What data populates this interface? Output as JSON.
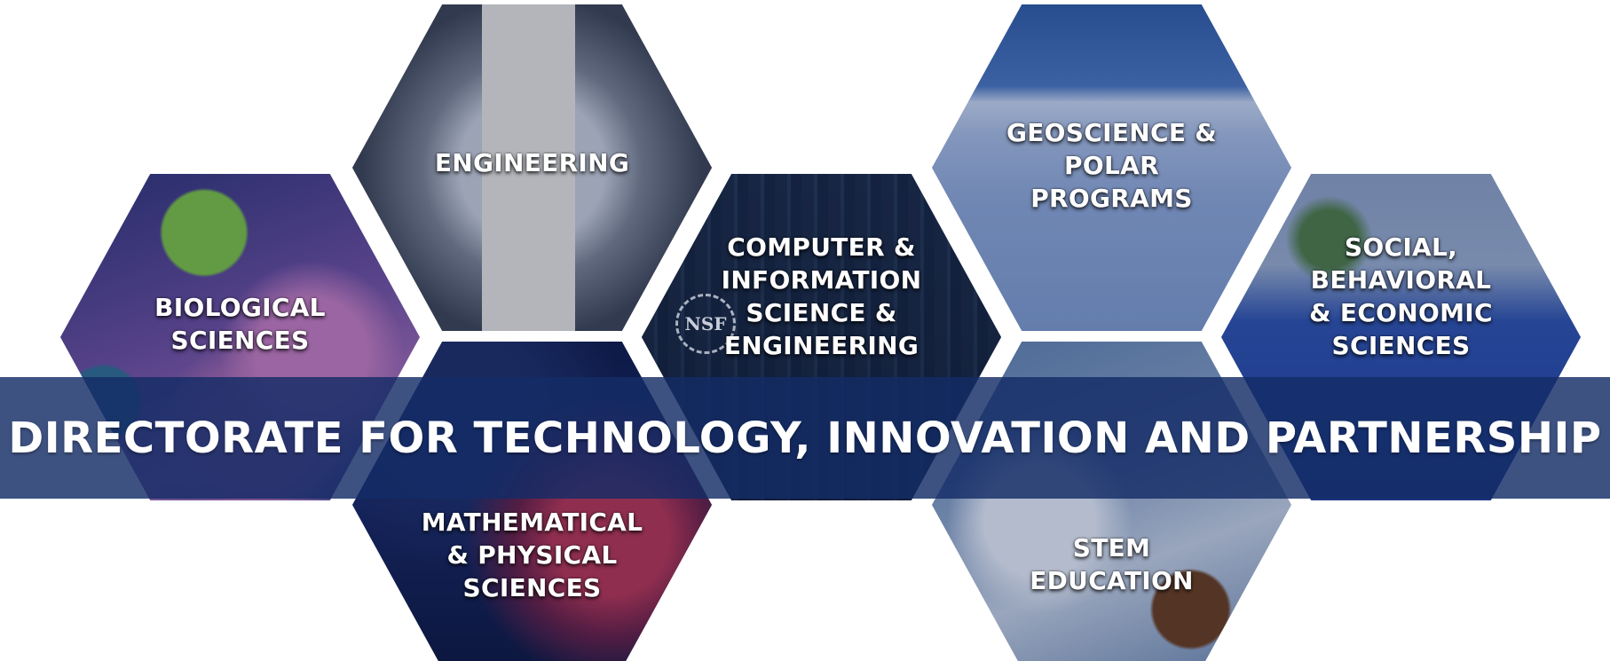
{
  "banner": {
    "title": "DIRECTORATE FOR TECHNOLOGY, INNOVATION AND PARTNERSHIP"
  },
  "hexagons": {
    "biological": "BIOLOGICAL\nSCIENCES",
    "engineering": "ENGINEERING",
    "math": "MATHEMATICAL\n& PHYSICAL\nSCIENCES",
    "cise": "COMPUTER &\nINFORMATION\nSCIENCE &\nENGINEERING",
    "geo": "GEOSCIENCE &\nPOLAR\nPROGRAMS",
    "stem": "STEM\nEDUCATION",
    "sbe": "SOCIAL,\nBEHAVIORAL\n& ECONOMIC\nSCIENCES"
  },
  "logo": {
    "nsf_text": "NSF"
  },
  "colors": {
    "banner_bg": "#132c66",
    "label_text": "#ffffff"
  }
}
